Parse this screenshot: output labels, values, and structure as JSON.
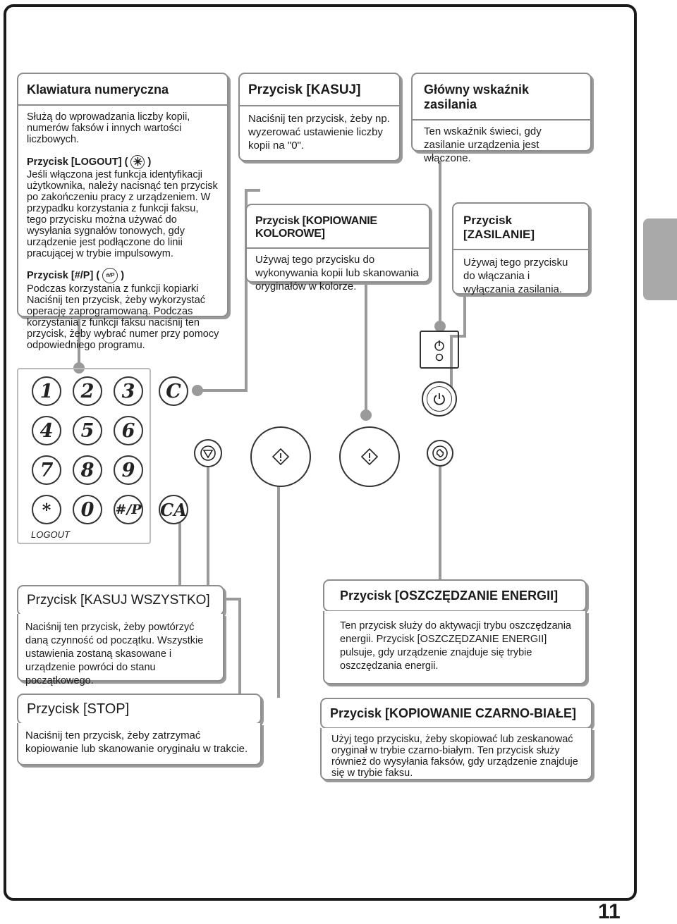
{
  "keypad": {
    "title": "Klawiatura numeryczna",
    "intro": "Służą do wprowadzania liczby kopii, numerów faksów i innych wartości liczbowych.",
    "logout_heading_pre": "Przycisk [LOGOUT] (",
    "logout_heading_post": ")",
    "logout_text": "Jeśli włączona jest funkcja identyfikacji użytkownika, należy nacisnąć ten przycisk po zakończeniu pracy z urządzeniem. W przypadku korzystania z funkcji faksu, tego przycisku można używać do wysyłania sygnałów tonowych, gdy urządzenie jest podłączone do linii pracującej w trybie impulsowym.",
    "hashp_heading_pre": "Przycisk [#/P] (",
    "hashp_heading_post": ")",
    "hashp_icon": "#/P",
    "hashp_text": "Podczas korzystania z funkcji kopiarki Naciśnij ten przycisk, żeby wykorzystać operację zaprogramowaną. Podczas korzystania z funkcji faksu naciśnij ten przycisk, żeby wybrać numer przy pomocy odpowiedniego programu."
  },
  "clear": {
    "title": "Przycisk [KASUJ]",
    "text": "Naciśnij ten przycisk, żeby np. wyzerować ustawienie liczby kopii na \"0\"."
  },
  "main_power_indicator": {
    "title": "Główny wskaźnik zasilania",
    "text": "Ten wskaźnik świeci, gdy zasilanie urządzenia jest włączone."
  },
  "color_copy": {
    "title": "Przycisk [KOPIOWANIE KOLOROWE]",
    "text": "Używaj tego przycisku do wykonywania kopii lub skanowania oryginałów w kolorze."
  },
  "power": {
    "title": "Przycisk [ZASILANIE]",
    "text": "Używaj tego przycisku do włączania i wyłączania zasilania."
  },
  "panel": {
    "keys": [
      "1",
      "2",
      "3",
      "4",
      "5",
      "6",
      "7",
      "8",
      "9",
      "*",
      "0",
      "#/P"
    ],
    "clear_key": "C",
    "clear_all_key": "CA",
    "logout_label": "LOGOUT"
  },
  "clear_all": {
    "title": "Przycisk [KASUJ WSZYSTKO]",
    "text": "Naciśnij ten przycisk, żeby powtórzyć daną czynność od początku. Wszystkie ustawienia zostaną skasowane i urządzenie powróci do stanu początkowego."
  },
  "energy_save": {
    "title": "Przycisk [OSZCZĘDZANIE ENERGII]",
    "text": "Ten przycisk służy do aktywacji trybu oszczędzania energii. Przycisk [OSZCZĘDZANIE ENERGII] pulsuje, gdy urządzenie znajduje się trybie oszczędzania energii."
  },
  "stop": {
    "title": "Przycisk [STOP]",
    "text": "Naciśnij ten przycisk, żeby zatrzymać kopiowanie lub skanowanie oryginału w trakcie."
  },
  "bw_copy": {
    "title": "Przycisk [KOPIOWANIE CZARNO-BIAŁE]",
    "text": "Użyj tego przycisku, żeby skopiować lub zeskanować oryginał w trybie czarno-białym. Ten przycisk służy również do wysyłania faksów, gdy urządzenie znajduje się w trybie faksu."
  },
  "page_number": "11"
}
